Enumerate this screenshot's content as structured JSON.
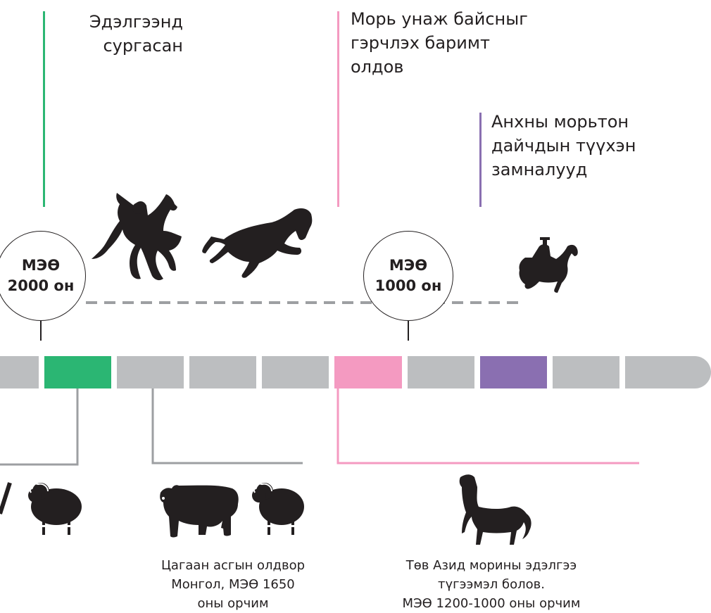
{
  "labels_top": {
    "domestication": [
      "Эдэлгээнд",
      "сургасан"
    ],
    "bred_evidence": [
      "Морь унаж байсныг",
      "гэрчлэх баримт",
      "олдов"
    ],
    "first_riders": [
      "Анхны морьтон",
      "дайчдын түүхэн",
      "замналууд"
    ]
  },
  "markers": {
    "bce2000": [
      "МЭӨ",
      "2000 он"
    ],
    "bce1000": [
      "МЭӨ",
      "1000 он"
    ]
  },
  "labels_bottom": {
    "cattle": [
      "Цагаан асгын олдвор",
      "Монгол, МЭӨ 1650",
      "оны орчим"
    ],
    "horse": [
      "Төв Азид морины эдэлгээ",
      "түгээмэл болов.",
      "МЭӨ 1200-1000 оны орчим"
    ]
  },
  "colors": {
    "green": "#2bb673",
    "pink": "#f49ac1",
    "purple": "#8a6fb1",
    "gray": "#bcbec0",
    "dark": "#231f20",
    "line_gray": "#9d9fa2",
    "dash": "#9d9fa2"
  },
  "icons": [
    "rearing-horse-rider-icon",
    "leaping-horse-icon",
    "horse-rider-icon",
    "sheep-icon",
    "cow-icon",
    "standing-horse-icon"
  ]
}
